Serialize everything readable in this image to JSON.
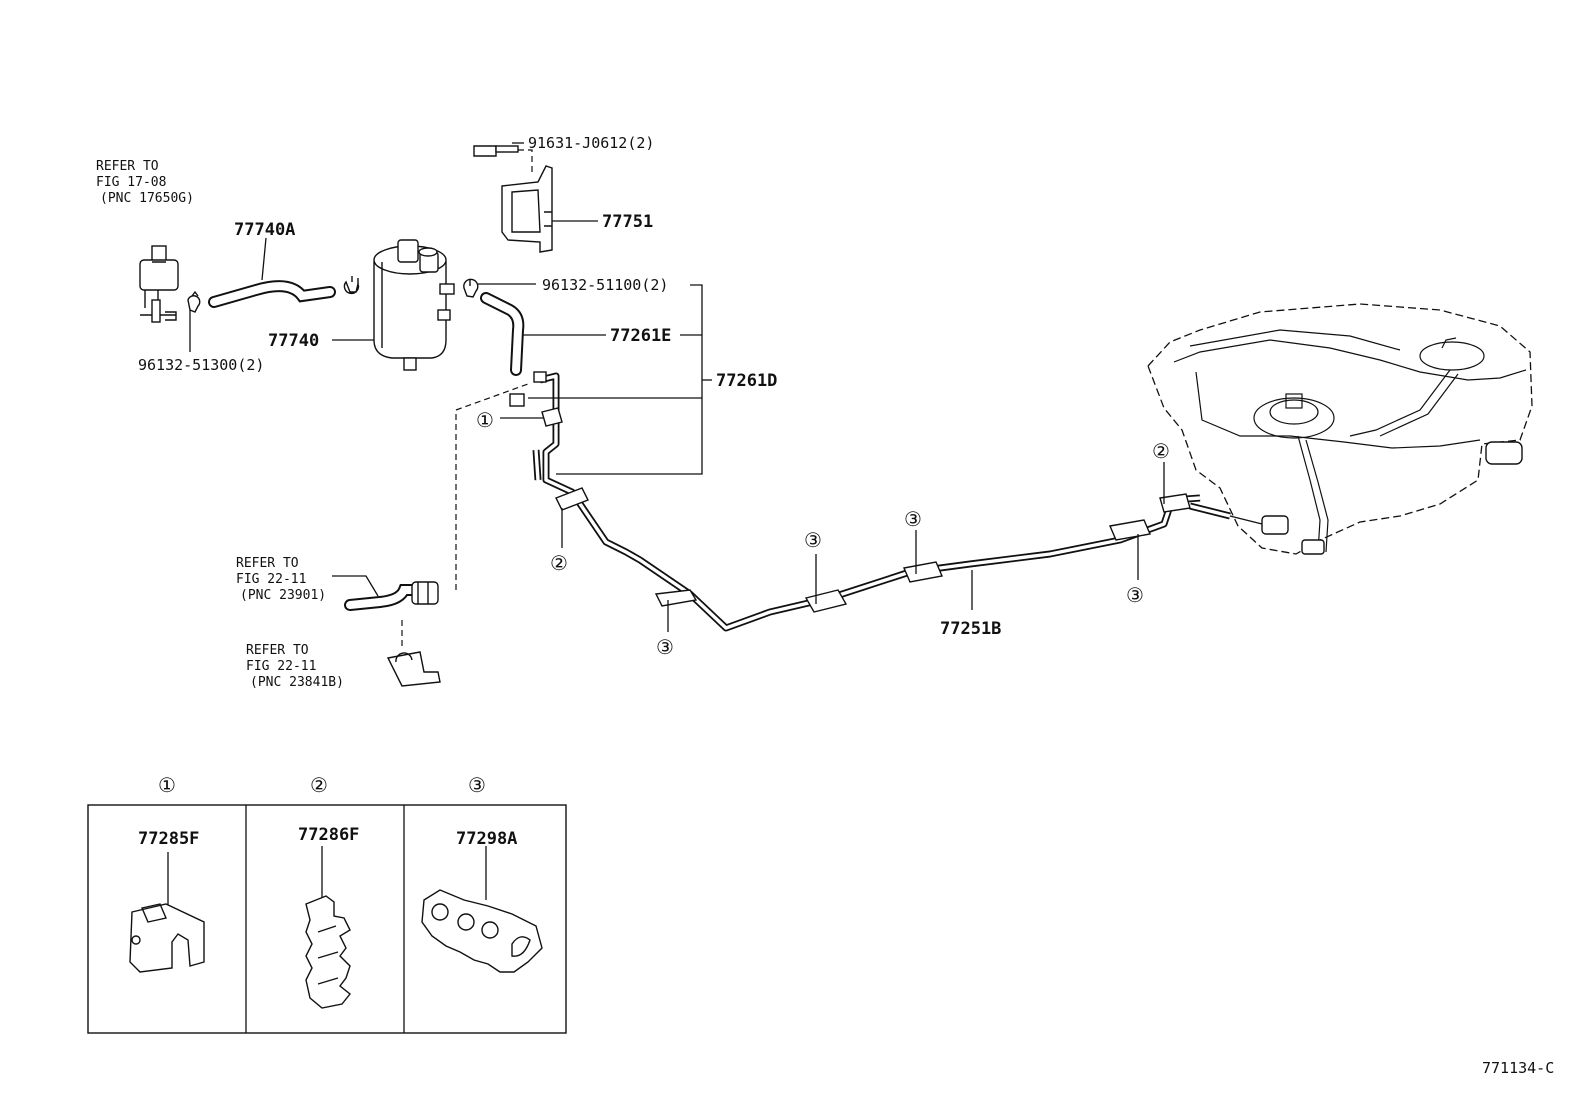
{
  "callouts": {
    "bolt": "91631-J0612(2)",
    "bracket": "77751",
    "hose_canister": "77740A",
    "canister": "77740",
    "clip_small": "96132-51300(2)",
    "clip_pair": "96132-51100(2)",
    "hose_e": "77261E",
    "tube_assy": "77261D",
    "main_tube": "77251B"
  },
  "refs": {
    "ref_vsv": {
      "line1": "REFER TO",
      "line2": "FIG 17-08",
      "line3": "(PNC 17650G)"
    },
    "ref_hose": {
      "line1": "REFER TO",
      "line2": "FIG 22-11",
      "line3": "(PNC 23901)"
    },
    "ref_clamp": {
      "line1": "REFER TO",
      "line2": "FIG 22-11",
      "line3": "(PNC 23841B)"
    }
  },
  "markers": {
    "one": "①",
    "two": "②",
    "three": "③"
  },
  "legend": {
    "cells": [
      {
        "marker": "①",
        "part": "77285F"
      },
      {
        "marker": "②",
        "part": "77286F"
      },
      {
        "marker": "③",
        "part": "77298A"
      }
    ]
  },
  "figure_code": "771134-C"
}
